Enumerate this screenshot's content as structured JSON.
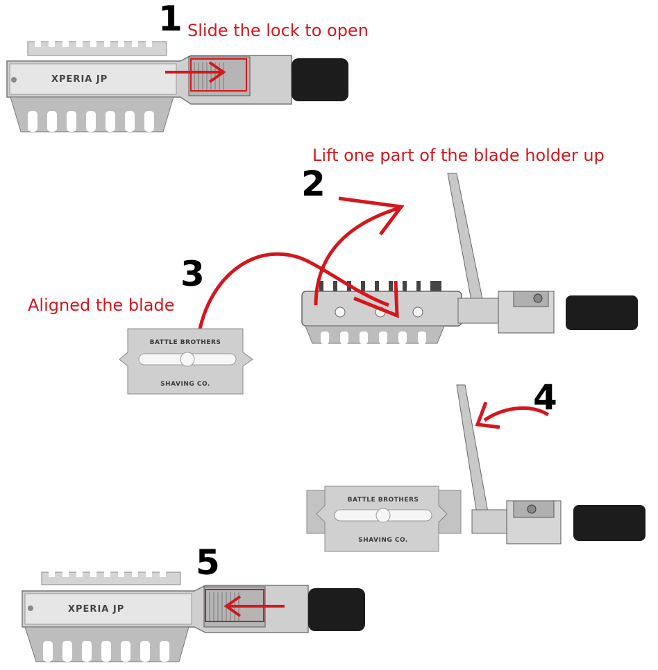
{
  "steps": [
    {
      "number": "1",
      "caption": "Slide the lock to open"
    },
    {
      "number": "2",
      "caption": "Lift one part of the blade holder up"
    },
    {
      "number": "3",
      "caption": "Aligned the blade"
    },
    {
      "number": "4",
      "caption": ""
    },
    {
      "number": "5",
      "caption": ""
    }
  ],
  "razor_brand": "XPERIA JP",
  "blade_text": {
    "top": "BATTLE BROTHERS",
    "bottom": "SHAVING CO."
  },
  "colors": {
    "accent_red": "#d6161d",
    "handle": "#1c1c1c",
    "metal": "#c9c9c9"
  }
}
